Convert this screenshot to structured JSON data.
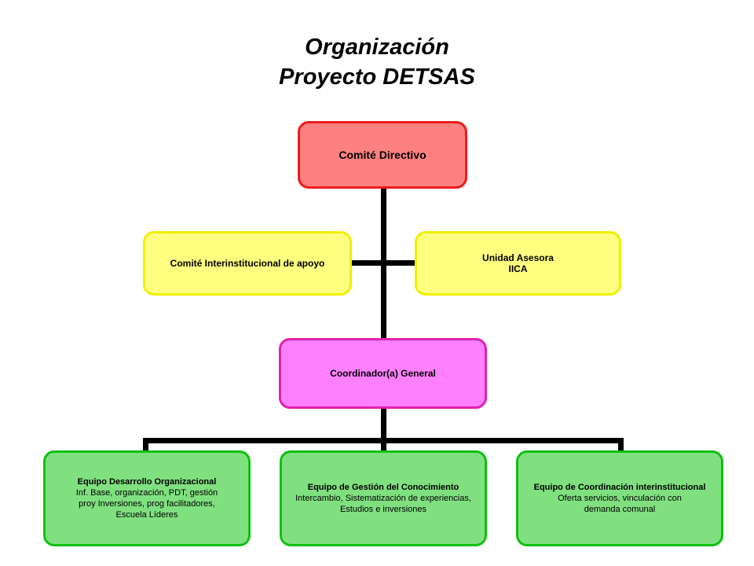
{
  "title": {
    "line1": "Organización",
    "line2": "Proyecto DETSAS"
  },
  "nodes": {
    "directivo": "Comité Directivo",
    "apoyo": "Comité Interinstitucional de apoyo",
    "asesora": {
      "line1": "Unidad Asesora",
      "line2": "IICA"
    },
    "coordinador": "Coordinador(a) General",
    "team1": {
      "title": "Equipo Desarrollo Organizacional",
      "desc": [
        "Inf. Base, organización, PDT, gestión",
        "proy Inversiones, prog facilitadores,",
        "Escuela Líderes"
      ]
    },
    "team2": {
      "title": "Equipo de Gestión del Conocimiento",
      "desc": [
        "Intercambio, Sistematización de experiencias,",
        "Estudios e inversiones"
      ]
    },
    "team3": {
      "title": "Equipo de Coordinación interinstitucional",
      "desc": [
        "Oferta servicios, vinculación con",
        "demanda comunal"
      ]
    }
  },
  "colors": {
    "directivo_fill": "#ff8080",
    "advisory_fill": "#ffff80",
    "coordinador_fill": "#ff80ff",
    "team_fill": "#80e080",
    "connector": "#000000"
  }
}
